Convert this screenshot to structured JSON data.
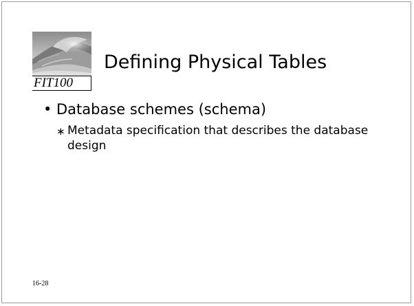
{
  "logo": {
    "image_icon": "ocean-wave-icon",
    "label": "FIT100"
  },
  "slide": {
    "title": "Defining Physical Tables",
    "bullets": [
      {
        "text": "Database schemes (schema)",
        "sub_bullets": [
          "Metadata specification that describes the database design"
        ]
      }
    ],
    "bullet_symbol": "•",
    "sub_bullet_symbol": "∗",
    "slide_number": "16-28"
  }
}
